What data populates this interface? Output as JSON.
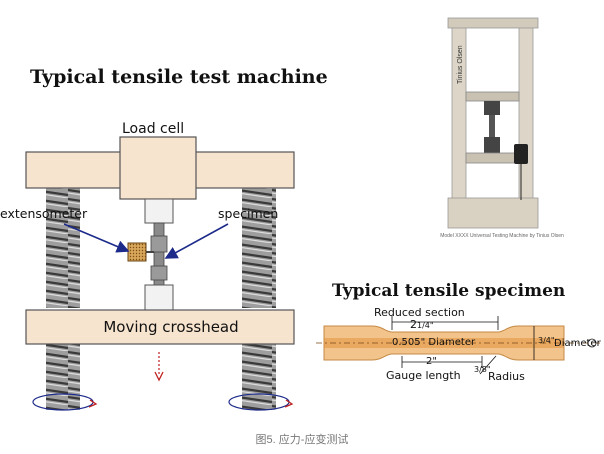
{
  "machine": {
    "title": "Typical tensile test machine",
    "labels": {
      "load_cell": "Load cell",
      "extensometer": "extensometer",
      "specimen": "specimen",
      "moving_crosshead": "Moving crosshead"
    }
  },
  "photo": {
    "brand": "Tinius Olsen",
    "caption": "Model XXXX Universal Testing Machine by Tinius Olsen"
  },
  "specimen_drawing": {
    "title": "Typical tensile specimen",
    "reduced_section": "Reduced section",
    "reduced_length_whole": "2",
    "reduced_length_fraction": "1/4\"",
    "diameter_value": "0.505\" Diameter",
    "gauge_value": "2\"",
    "gauge_label": "Gauge length",
    "radius_value": "3/8\"",
    "radius_label": "Radius",
    "end_value": "3/4\"",
    "end_label": "Diameter"
  },
  "caption": "图5. 应力-应变测试",
  "colors": {
    "crosshead_fill": "#f7e4cf",
    "crosshead_stroke": "#555555",
    "arrow": "#1c2a8a",
    "specimen_body": "#f2c38a",
    "specimen_center": "#e0892f"
  }
}
